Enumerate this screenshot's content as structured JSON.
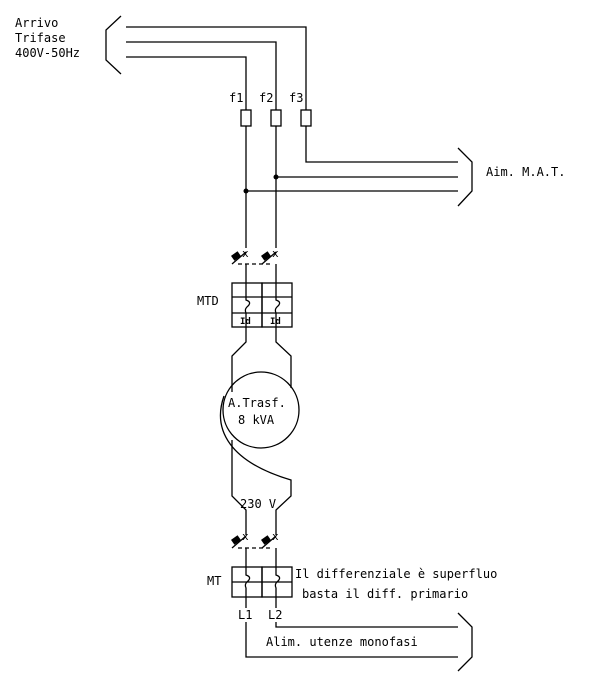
{
  "supply_label": {
    "line1": "Arrivo",
    "line2": "Trifase",
    "line3": "400V-50Hz"
  },
  "fuses": [
    "f1",
    "f2",
    "f3"
  ],
  "outputs": {
    "mat": "Aim. M.A.T.",
    "utenze": "Alim. utenze monofasi"
  },
  "breakers": {
    "mtd": "MTD",
    "mt": "MT",
    "diff_symbol": "Id"
  },
  "transformer": {
    "line1": "A.Trasf.",
    "line2": "8 kVA",
    "secondary_voltage": "230 V"
  },
  "notes": {
    "line1": "Il differenziale è superfluo",
    "line2": "basta il diff. primario"
  },
  "terminals": [
    "L1",
    "L2"
  ],
  "colors": {
    "ink": "#000000",
    "background": "#ffffff"
  }
}
